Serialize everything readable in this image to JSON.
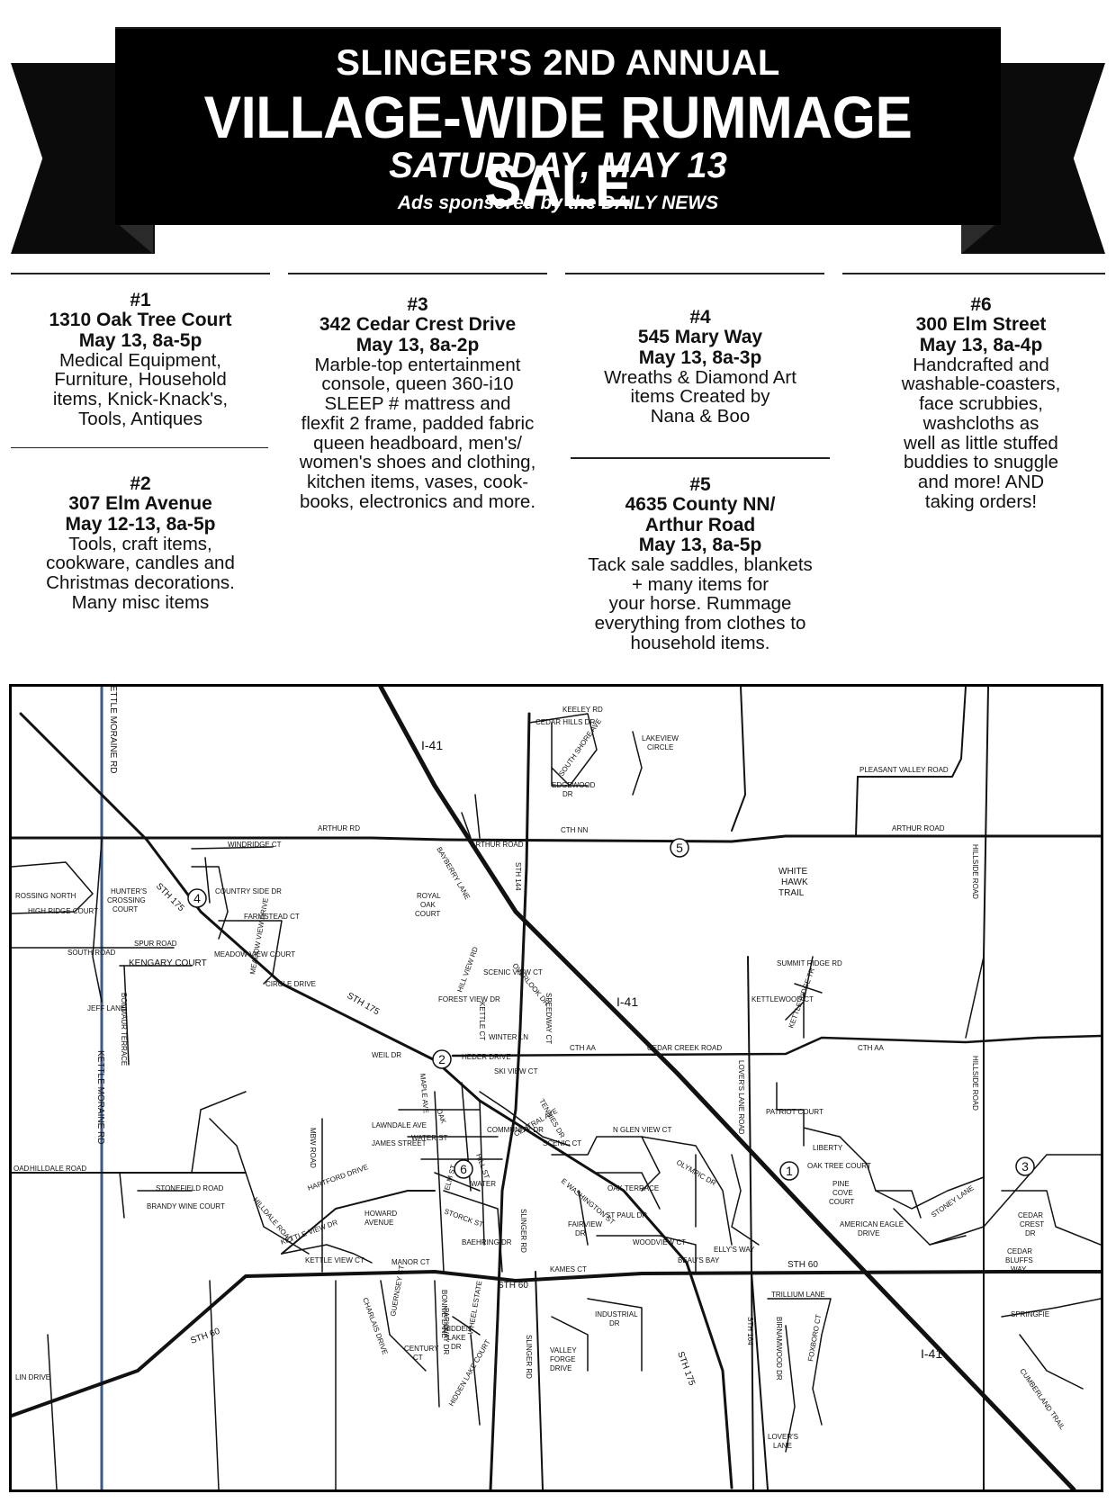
{
  "header": {
    "line1": "SLINGER'S 2ND ANNUAL",
    "line2": "VILLAGE-WIDE RUMMAGE SALE",
    "line3": "SATURDAY, MAY 13",
    "line4": "Ads sponsored by the DAILY NEWS"
  },
  "listings": [
    {
      "num": "#1",
      "address": "1310 Oak Tree Court",
      "date": "May 13, 8a-5p",
      "description": "Medical Equipment,\nFurniture, Household\nitems, Knick-Knack's,\nTools, Antiques"
    },
    {
      "num": "#2",
      "address": "307 Elm Avenue",
      "date": "May 12-13, 8a-5p",
      "description": "Tools, craft items,\ncookware, candles and\nChristmas decorations.\nMany misc items"
    },
    {
      "num": "#3",
      "address": "342 Cedar Crest Drive",
      "date": "May 13, 8a-2p",
      "description": "Marble-top entertainment\nconsole, queen 360-i10\nSLEEP # mattress and\nflexfit 2 frame, padded fabric\nqueen headboard, men's/\nwomen's shoes and clothing,\nkitchen items, vases, cook-\nbooks, electronics and more."
    },
    {
      "num": "#4",
      "address": "545 Mary Way",
      "date": "May 13, 8a-3p",
      "description": "Wreaths & Diamond Art\nitems Created by\nNana & Boo"
    },
    {
      "num": "#5",
      "address": "4635 County NN/\nArthur Road",
      "date": "May 13, 8a-5p",
      "description": "Tack sale saddles, blankets\n+ many items for\nyour horse. Rummage\neverything from clothes to\nhousehold items."
    },
    {
      "num": "#6",
      "address": "300 Elm Street",
      "date": "May 13, 8a-4p",
      "description": "Handcrafted and\nwashable-coasters,\nface scrubbies,\nwashcloths as\nwell as little stuffed\nbuddies to snuggle\nand more! AND\ntaking orders!"
    }
  ],
  "map": {
    "markers": [
      "1",
      "2",
      "3",
      "4",
      "5",
      "6"
    ],
    "labels": {
      "kettle_moraine_rd": "KETTLE MORAINE RD",
      "i41": "I-41",
      "arthur_rd": "ARTHUR RD",
      "arthur_road": "ARTHUR ROAD",
      "cth_nn": "CTH NN",
      "arthur_road_e": "ARTHUR ROAD",
      "pleasant_valley": "PLEASANT VALLEY ROAD",
      "hillside_road": "HILLSIDE ROAD",
      "keeley": "KEELEY RD",
      "cedar_hills": "CEDAR HILLS DR",
      "south_shore": "SOUTH SHORE AVE",
      "lakeview1": "LAKEVIEW",
      "lakeview2": "CIRCLE",
      "edgewood1": "EDGEWOOD",
      "edgewood2": "DR",
      "white_hawk1": "WHITE",
      "white_hawk2": "HAWK",
      "white_hawk3": "TRAIL",
      "sth144": "STH 144",
      "sth175": "STH 175",
      "sth175b": "STH 175",
      "sth60": "STH 60",
      "sth60b": "STH 60",
      "sth60c": "STH 60",
      "sth164": "STH 164",
      "cth_aa": "CTH AA",
      "cth_aa2": "CTH AA",
      "cedar_creek": "CEDAR CREEK ROAD",
      "heder": "HEDER DRIVE",
      "lovers_lane_rd": "LOVER'S LANE ROAD",
      "royal_oak1": "ROYAL",
      "royal_oak2": "OAK",
      "royal_oak3": "COURT",
      "bayberry": "BAYBERRY LANE",
      "overlook": "OVERLOOK DR",
      "hunters1": "HUNTER'S",
      "hunters2": "CROSSING",
      "hunters3": "COURT",
      "crossing_north": "ROSSING NORTH",
      "high_ridge": "HIGH RIDGE COURT",
      "windridge": "WINDRIDGE CT",
      "kengary": "KENGARY COURT",
      "bonmaur": "BONMAUR TERRACE",
      "meadow_view": "MEADOW VIEW COURT",
      "meadow_view_dr": "MEADOW VIEW DRIVE",
      "circle_drive": "CIRCLE DRIVE",
      "spur_road": "SPUR ROAD",
      "south_road": "SOUTH ROAD",
      "farmstead": "FARMSTEAD CT",
      "summit_ridge": "SUMMIT RIDGE RD",
      "kettlewood": "KETTLEWOOD CT",
      "kettle_ridge": "KETTLE RIDGE TR",
      "patriot": "PATRIOT COURT",
      "liberty": "LIBERTY",
      "oak_tree_court": "OAK TREE COURT",
      "pine_cove1": "PINE",
      "pine_cove2": "COVE",
      "pine_cove3": "COURT",
      "american_eagle1": "AMERICAN EAGLE",
      "american_eagle2": "DRIVE",
      "stoney": "STONEY LANE",
      "cedar_crest1": "CEDAR",
      "cedar_crest2": "CREST",
      "cedar_crest3": "DR",
      "cedar_bluffs1": "CEDAR",
      "cedar_bluffs2": "BLUFFS",
      "cedar_bluffs3": "WAY",
      "weil": "WEIL DR",
      "lawndale": "LAWNDALE AVE",
      "james": "JAMES STREET",
      "water_st": "WATER ST",
      "community": "COMMUNITY DR",
      "central": "CENTRAL AVE",
      "tennies": "TENNIES DR",
      "scenic_ct": "SCENIC CT",
      "n_glen": "N GLEN VIEW CT",
      "oak_terrace": "OAK TERRACE",
      "olympic": "OLYMPIC DR",
      "hilldale_road": "HILLDALE ROAD",
      "hilldale_road2": "HILLDALE ROAD",
      "hartford": "HARTFORD DRIVE",
      "howard1": "HOWARD",
      "howard2": "AVENUE",
      "mbw": "MBW ROAD",
      "storck": "STORCK ST",
      "baehring": "BAEHRING DR",
      "slinger_rd": "SLINGER RD",
      "slinger_rd2": "SLINGER RD",
      "fairview1": "FAIRVIEW",
      "fairview2": "DR",
      "kames": "KAMES CT",
      "industrial1": "INDUSTRIAL",
      "industrial2": "DR",
      "manor": "MANOR CT",
      "kettle_view_dr": "KETTLE VIEW DR",
      "kettle_view_ct": "KETTLE VIEW CT",
      "charlais": "CHARLAIS DRIVE",
      "guernsey": "GUERNSEY CT",
      "century1": "CENTURY",
      "century2": "CT",
      "bonnie": "BONNIE LANE",
      "hidden_lake1": "HIDDEN",
      "hidden_lake2": "LAKE",
      "hidden_lake3": "DR",
      "hidden_lake_court": "HIDDEN LAKE COURT",
      "valley_forge1": "VALLEY",
      "valley_forge2": "FORGE",
      "valley_forge3": "DRIVE",
      "trillium": "TRILLIUM LANE",
      "birnamwood": "BIRNAMWOOD DR",
      "foxboro": "FOXBORO CT",
      "lovers_lane1": "LOVER'S",
      "lovers_lane2": "LANE",
      "springfield": "SPRINGFIE",
      "cumberland": "CUMBERLAND TRAIL",
      "woodview": "WOODVIEW CT",
      "elly": "ELLY'S WAY",
      "beaus": "BEAU'S BAY",
      "winter": "WINTER LN",
      "spreedway": "SPEEDWAY CT",
      "maple": "MAPLE AVE",
      "ski_view": "SKI VIEW CT",
      "scenic_view": "SCENIC VIEW CT",
      "forest_view": "FOREST VIEW DR",
      "hill_view": "HILL VIEW RD",
      "kettle_ct": "KETTLE CT",
      "brandy": "BRANDY WINE COURT",
      "stonefield": "STONEFIELD ROAD",
      "oad": "OAD",
      "lin_drive": "LIN DRIVE",
      "jeff": "JEFF LANE",
      "country_side": "COUNTRY SIDE DR",
      "elm_st": "ELM ST",
      "oak": "OAK",
      "hill_st": "HILL ST",
      "st_paul": "ST PAUL DR",
      "parkway": "PARKWAY DR",
      "wheel_estate": "WHEEL ESTATE",
      "e_washington": "E WASHINGTON ST",
      "water": "WATER"
    }
  }
}
